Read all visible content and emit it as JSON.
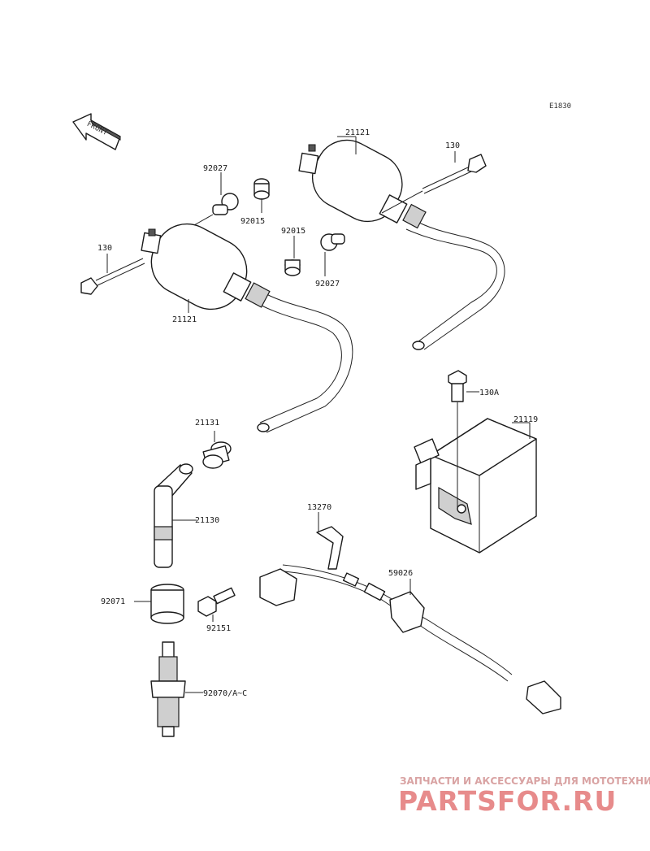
{
  "diagram_code": "E1830",
  "front_label": "FRONT",
  "labels": {
    "coil_upper": "21121",
    "coil_lower": "21121",
    "bolt_upper": "130",
    "bolt_lower": "130",
    "grommet_a_upper": "92027",
    "grommet_a_lower": "92027",
    "collar_upper": "92015",
    "collar_lower": "92015",
    "bolt_igniter": "130A",
    "igniter": "21119",
    "cap_seal": "21131",
    "plug_cap": "21130",
    "bracket": "13270",
    "connector": "59026",
    "plug_cover": "92071",
    "screw": "92151",
    "spark_plug": "92070/A~C"
  },
  "watermark": {
    "tagline": "ЗАПЧАСТИ И АКСЕССУАРЫ ДЛЯ МОТОТЕХНИКИ",
    "logo": "PARTSFOR.RU"
  }
}
